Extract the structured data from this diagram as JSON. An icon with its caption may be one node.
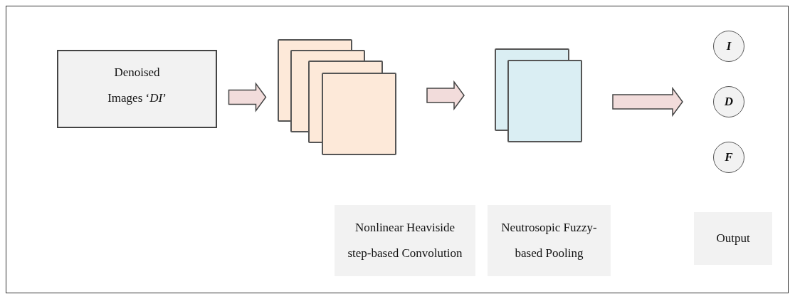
{
  "diagram": {
    "nodes": [
      {
        "text": [
          "Denoised Images ‘*DI*’"
        ]
      },
      {
        "text": [],
        "shape": "box"
      },
      {
        "text": [],
        "shape": "box"
      },
      {
        "text": [
          "I"
        ]
      },
      {
        "text": [
          "D"
        ]
      },
      {
        "text": [
          "F"
        ]
      },
      {
        "text": [
          "Nonlinear Heaviside step-based Convolution"
        ]
      },
      {
        "text": [
          "Neutrosopic Fuzzy-based Pooling"
        ]
      },
      {
        "text": [
          "Output"
        ]
      }
    ],
    "edges": [
      {
        "from": 0,
        "to": 1,
        "arrow": "to"
      },
      {
        "from": 1,
        "to": 2,
        "arrow": "to"
      },
      {
        "from": 2,
        "to": 4,
        "arrow": "to"
      }
    ]
  }
}
